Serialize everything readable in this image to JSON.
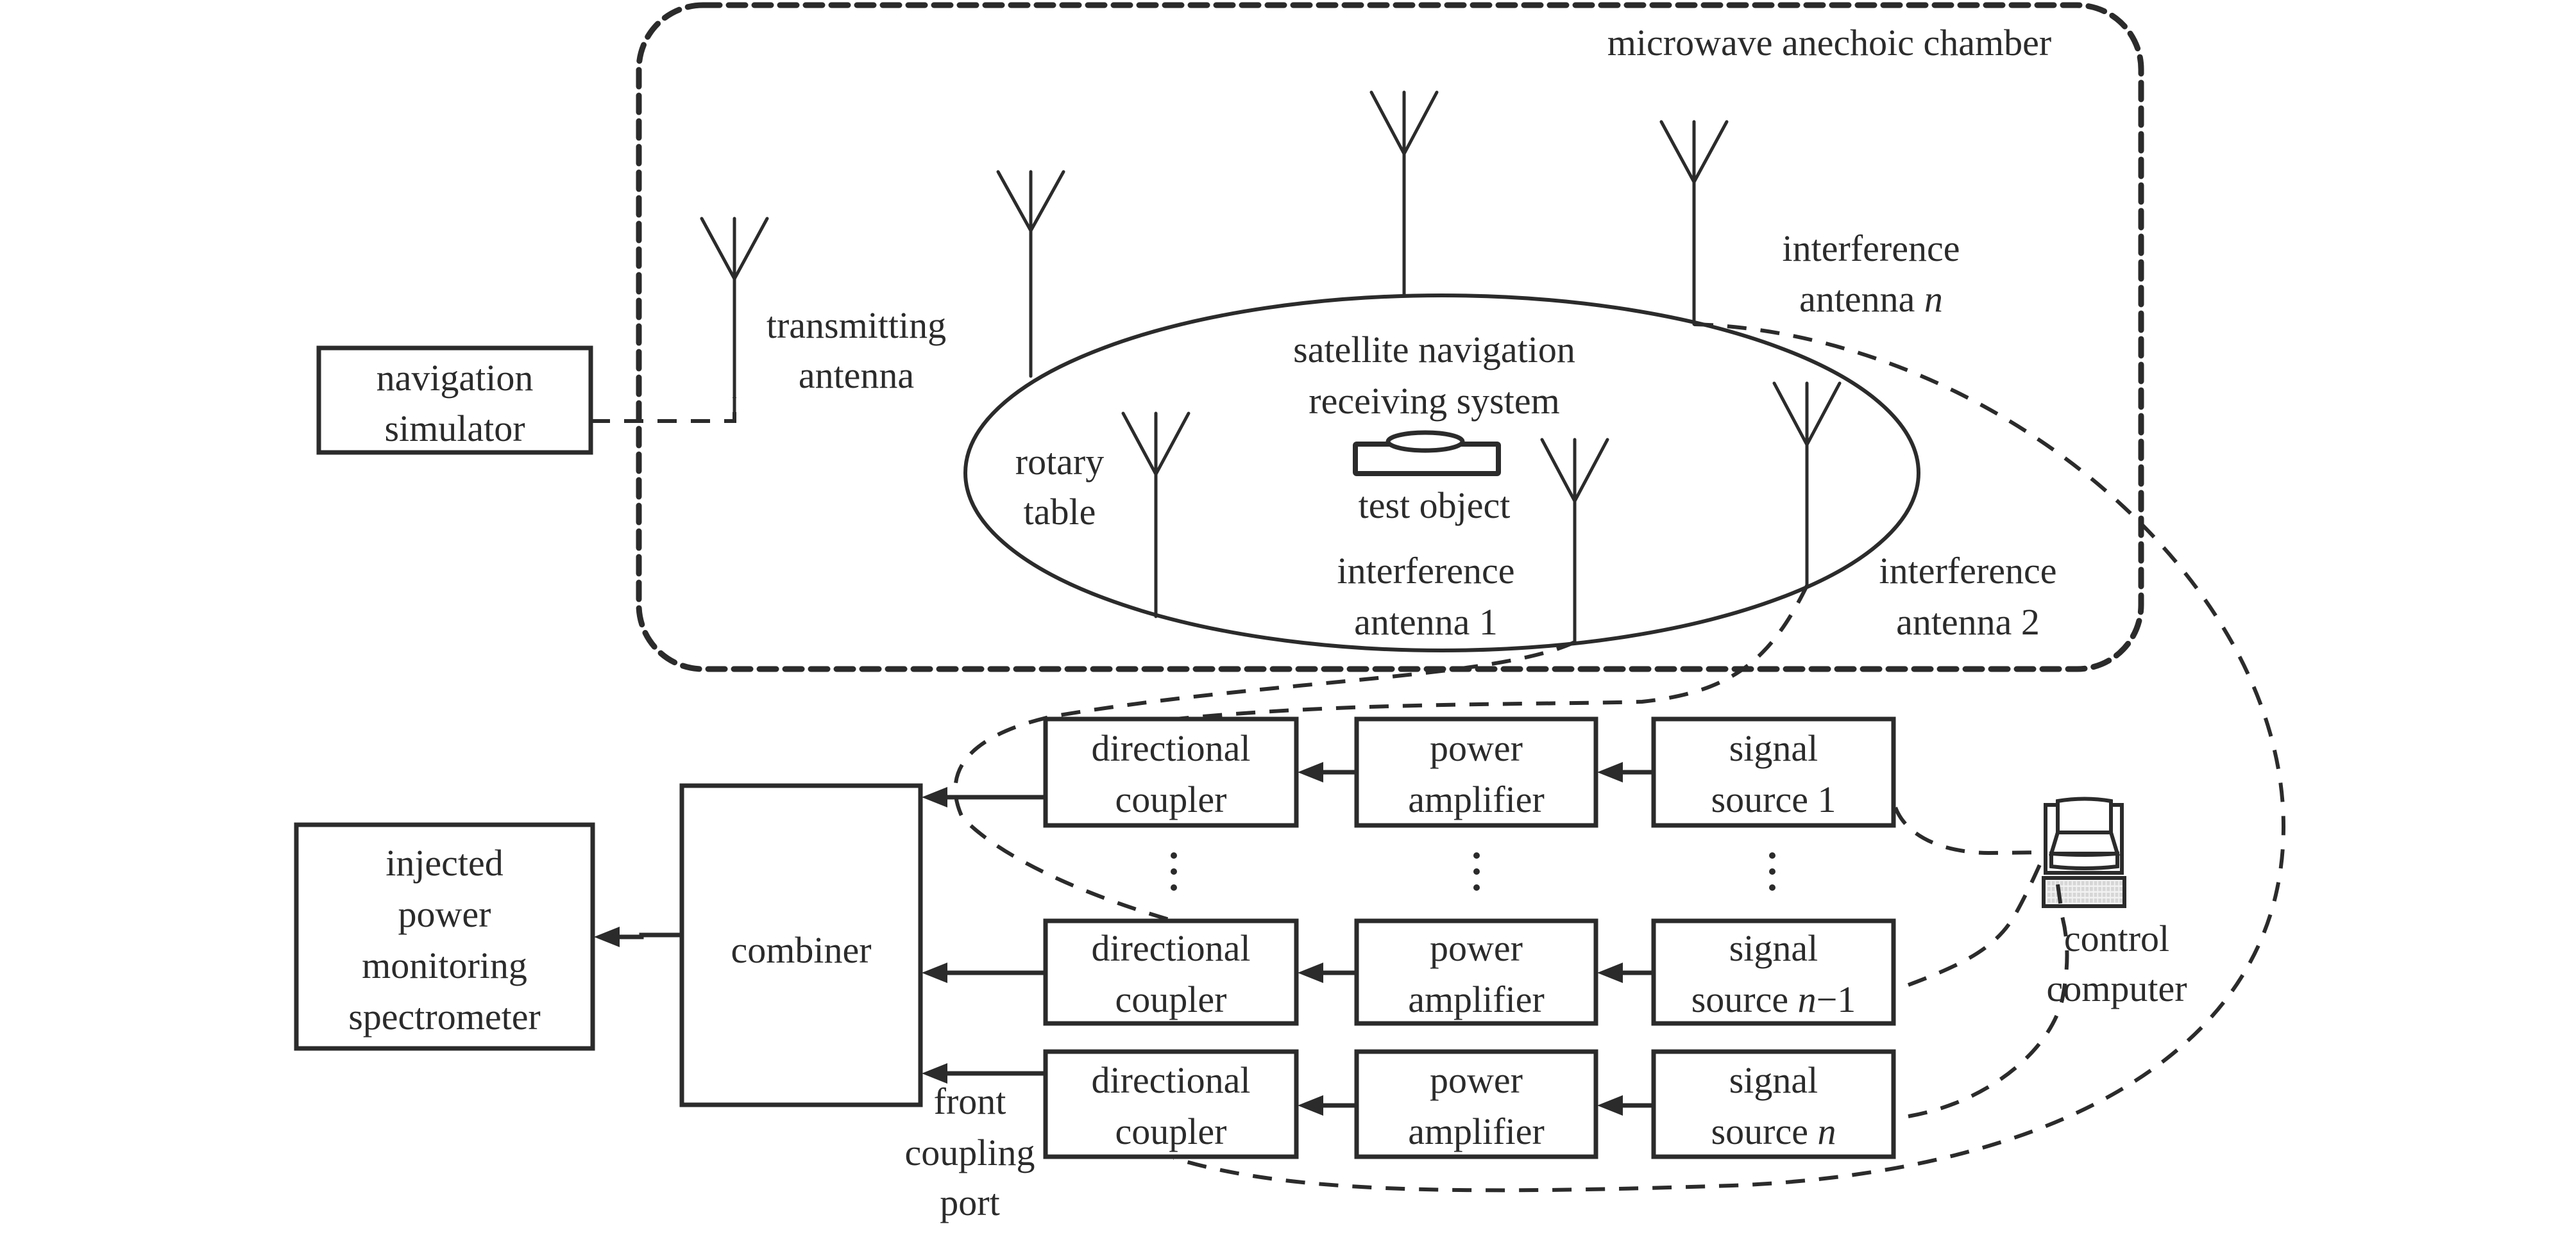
{
  "figure": {
    "chamber_label": "microwave anechoic chamber",
    "navigation_simulator": [
      "navigation",
      "simulator"
    ],
    "transmitting_antenna": [
      "transmitting",
      "antenna"
    ],
    "receiving_system": [
      "satellite navigation",
      "receiving system"
    ],
    "rotary_table": [
      "rotary",
      "table"
    ],
    "test_object": "test object",
    "interference_antenna_1": [
      "interference",
      "antenna 1"
    ],
    "interference_antenna_2": [
      "interference",
      "antenna 2"
    ],
    "interference_antenna_n": {
      "line1": "interference",
      "line2_prefix": "antenna ",
      "line2_var": "n"
    },
    "spectrometer": [
      "injected",
      "power",
      "monitoring",
      "spectrometer"
    ],
    "combiner": "combiner",
    "front_coupling_port": [
      "front",
      "coupling",
      "port"
    ],
    "control_computer": [
      "control",
      "computer"
    ],
    "chains": [
      {
        "coupler": [
          "directional",
          "coupler"
        ],
        "amplifier": [
          "power",
          "amplifier"
        ],
        "source_line1": "signal",
        "source_line2_prefix": "source ",
        "source_line2_var": "",
        "source_line2_suffix": "1"
      },
      {
        "coupler": [
          "directional",
          "coupler"
        ],
        "amplifier": [
          "power",
          "amplifier"
        ],
        "source_line1": "signal",
        "source_line2_prefix": "source ",
        "source_line2_var": "n",
        "source_line2_suffix": "−1"
      },
      {
        "coupler": [
          "directional",
          "coupler"
        ],
        "amplifier": [
          "power",
          "amplifier"
        ],
        "source_line1": "signal",
        "source_line2_prefix": "source ",
        "source_line2_var": "n",
        "source_line2_suffix": ""
      }
    ],
    "ellipsis_glyph": "⋮",
    "connections": [
      {
        "from": "navigation simulator",
        "to": "transmitting antenna",
        "style": "dashed"
      },
      {
        "from": "interference antenna 2",
        "to": "directional coupler (chain 1)",
        "style": "dashed"
      },
      {
        "from": "interference antenna 1",
        "to": "directional coupler (chain n-1)",
        "style": "dashed"
      },
      {
        "from": "interference antenna n",
        "to": "directional coupler (chain n)",
        "style": "dashed"
      },
      {
        "from": "signal source 1",
        "to": "control computer",
        "style": "dashed"
      },
      {
        "from": "signal source n-1",
        "to": "control computer",
        "style": "dashed"
      },
      {
        "from": "signal source n",
        "to": "control computer",
        "style": "dashed"
      },
      {
        "from": "signal source",
        "to": "power amplifier",
        "style": "arrow"
      },
      {
        "from": "power amplifier",
        "to": "directional coupler",
        "style": "arrow"
      },
      {
        "from": "directional coupler",
        "to": "combiner",
        "style": "arrow"
      },
      {
        "from": "combiner",
        "to": "injected power monitoring spectrometer",
        "style": "arrow"
      }
    ],
    "ink_color": "#2b2b2b",
    "background_color": "#ffffff"
  }
}
